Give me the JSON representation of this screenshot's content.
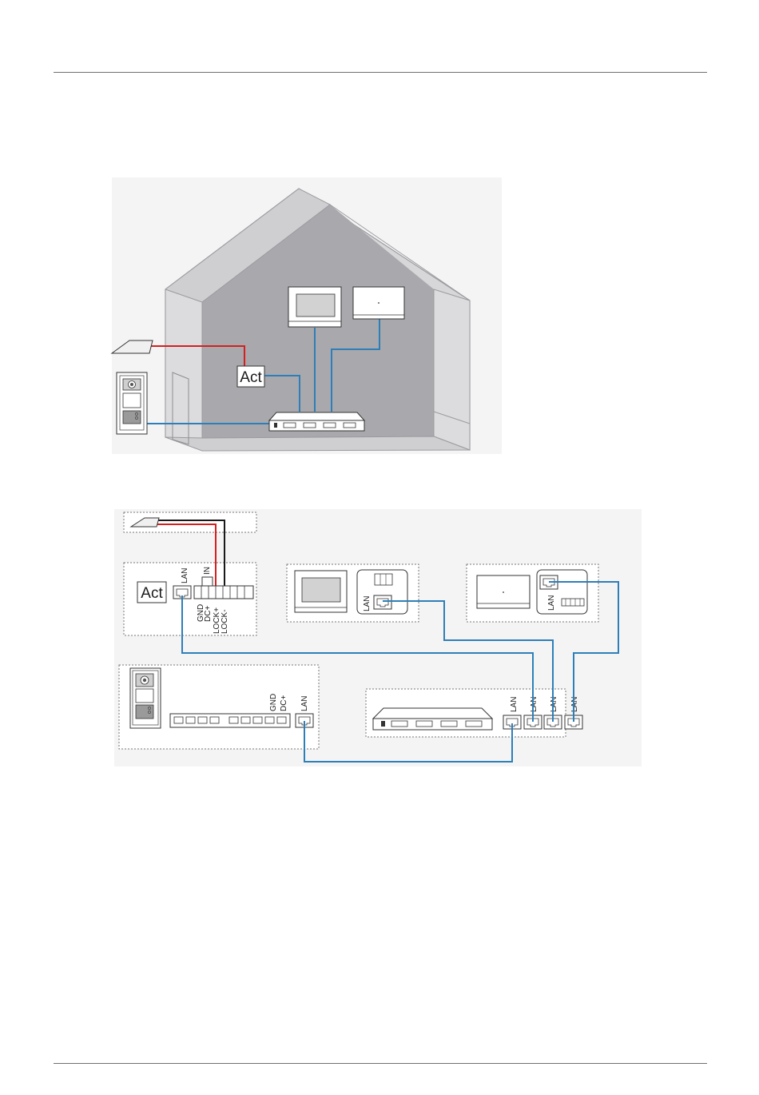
{
  "diagram": {
    "house_view": {
      "actuator_label": "Act"
    },
    "wiring_view": {
      "actuator_label": "Act",
      "lan_label": "LAN",
      "in_label": "IN",
      "actuator_terminals": [
        "GND",
        "DC+",
        "LOCK+",
        "LOCK-"
      ],
      "outdoor_terminals": [
        "GND",
        "DC+"
      ],
      "indoor_lan_label": "LAN",
      "indoor2_lan_label": "LAN",
      "outdoor_lan_label": "LAN",
      "switch_port_labels": [
        "LAN",
        "LAN",
        "LAN",
        "LAN"
      ]
    },
    "colors": {
      "lan_cable": "#2e7fb8",
      "lock_wire_red": "#d42020",
      "lock_wire_black": "#1a1a1a",
      "wall_light": "#d8d8da",
      "wall_dark": "#a9a8ac"
    }
  }
}
